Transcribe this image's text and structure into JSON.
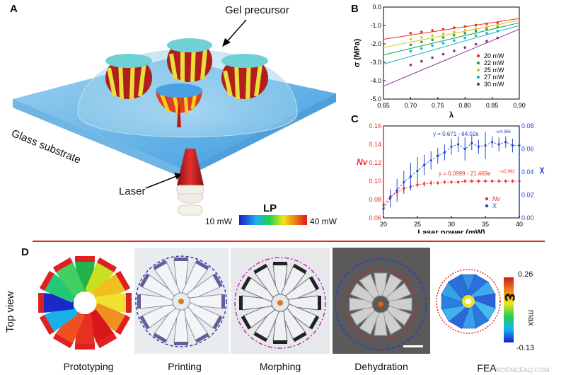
{
  "panel_a": {
    "letter": "A",
    "gel_label": "Gel precursor",
    "substrate_label": "Glass substrate",
    "laser_label": "Laser",
    "lp_title": "LP",
    "lp_min": "10 mW",
    "lp_max": "40 mW"
  },
  "panel_b": {
    "letter": "B"
  },
  "panel_c": {
    "letter": "C"
  },
  "panel_d": {
    "letter": "D",
    "top_view": "Top view",
    "captions": [
      "Prototyping",
      "Printing",
      "Morphing",
      "Dehydration",
      "FEA"
    ],
    "fea_max": "0.26",
    "fea_min": "-0.13",
    "fea_symbol": "ε",
    "fea_sub": "max",
    "watermark": "SCIENCEAQ.COM"
  },
  "colors": {
    "divider": "#d92a20",
    "nv": "#e8302a",
    "chi": "#2346c8"
  },
  "chart_data": [
    {
      "type": "scatter",
      "panel": "B",
      "xlabel": "λ",
      "ylabel": "σ (MPa)",
      "xlim": [
        0.65,
        0.9
      ],
      "ylim": [
        -5.0,
        0.0
      ],
      "xticks": [
        "0.65",
        "0.70",
        "0.75",
        "0.80",
        "0.85",
        "0.90"
      ],
      "yticks": [
        "-5.0",
        "-4.0",
        "-3.0",
        "-2.0",
        "-1.0",
        "0.0"
      ],
      "legend_position": "bottom-right",
      "series": [
        {
          "name": "20 mW",
          "color": "#e8302a",
          "x": [
            0.7,
            0.72,
            0.74,
            0.76,
            0.78,
            0.8,
            0.82,
            0.84,
            0.86
          ],
          "y": [
            -1.42,
            -1.35,
            -1.27,
            -1.2,
            -1.12,
            -1.05,
            -0.98,
            -0.91,
            -0.85
          ],
          "fit_start": [
            0.65,
            -1.75
          ],
          "fit_end": [
            0.9,
            -0.62
          ]
        },
        {
          "name": "22 mW",
          "color": "#18a558",
          "x": [
            0.7,
            0.72,
            0.74,
            0.76,
            0.78,
            0.8,
            0.82,
            0.84,
            0.86
          ],
          "y": [
            -2.05,
            -1.9,
            -1.78,
            -1.65,
            -1.53,
            -1.42,
            -1.3,
            -1.18,
            -1.07
          ],
          "fit_start": [
            0.65,
            -2.6
          ],
          "fit_end": [
            0.9,
            -0.85
          ]
        },
        {
          "name": "25 mW",
          "color": "#e0c21a",
          "x": [
            0.7,
            0.72,
            0.74,
            0.76,
            0.78,
            0.8,
            0.82,
            0.84,
            0.86
          ],
          "y": [
            -1.75,
            -1.65,
            -1.55,
            -1.45,
            -1.35,
            -1.26,
            -1.17,
            -1.08,
            -1.0
          ],
          "fit_start": [
            0.65,
            -2.2
          ],
          "fit_end": [
            0.9,
            -0.72
          ]
        },
        {
          "name": "27 mW",
          "color": "#19b6c4",
          "x": [
            0.7,
            0.72,
            0.74,
            0.76,
            0.78,
            0.8,
            0.82,
            0.84,
            0.86
          ],
          "y": [
            -2.4,
            -2.25,
            -2.1,
            -1.96,
            -1.82,
            -1.68,
            -1.55,
            -1.42,
            -1.3
          ],
          "fit_start": [
            0.65,
            -3.1
          ],
          "fit_end": [
            0.9,
            -1.0
          ]
        },
        {
          "name": "30 mW",
          "color": "#8e2a8c",
          "x": [
            0.7,
            0.72,
            0.74,
            0.76,
            0.78,
            0.8,
            0.82,
            0.84,
            0.86
          ],
          "y": [
            -3.15,
            -2.95,
            -2.75,
            -2.56,
            -2.38,
            -2.2,
            -2.02,
            -1.85,
            -1.68
          ],
          "fit_start": [
            0.65,
            -4.3
          ],
          "fit_end": [
            0.9,
            -1.2
          ]
        }
      ]
    },
    {
      "type": "scatter",
      "panel": "C",
      "xlabel": "Laser power (mW)",
      "ylabel_left": "Nv",
      "ylabel_right": "χ",
      "xlim": [
        20,
        40
      ],
      "ylim_left": [
        0.06,
        0.16
      ],
      "ylim_right": [
        0.0,
        0.08
      ],
      "xticks": [
        "20",
        "25",
        "30",
        "35",
        "40"
      ],
      "yticks_left": [
        "0.06",
        "0.08",
        "0.10",
        "0.12",
        "0.14",
        "0.16"
      ],
      "yticks_right": [
        "0.00",
        "0.02",
        "0.04",
        "0.06",
        "0.08"
      ],
      "legend_position": "bottom-right",
      "annotations": [
        "y = 0.671 - 64.02e",
        "-x/4.366",
        "y = 0.0999 - 21.469e",
        "-x/2.982"
      ],
      "series": [
        {
          "name": "Nv",
          "axis": "left",
          "color": "#e8302a",
          "x": [
            20,
            21,
            22,
            23,
            24,
            25,
            26,
            27,
            28,
            29,
            30,
            31,
            32,
            33,
            34,
            35,
            36,
            37,
            38,
            39,
            40
          ],
          "y": [
            0.074,
            0.083,
            0.088,
            0.092,
            0.094,
            0.096,
            0.097,
            0.098,
            0.098,
            0.099,
            0.099,
            0.099,
            0.1,
            0.1,
            0.1,
            0.1,
            0.1,
            0.1,
            0.1,
            0.1,
            0.1
          ],
          "err": [
            0.006,
            0.006,
            0.005,
            0.004,
            0.004,
            0.003,
            0.003,
            0.003,
            0.002,
            0.002,
            0.002,
            0.002,
            0.002,
            0.002,
            0.002,
            0.002,
            0.002,
            0.002,
            0.002,
            0.002,
            0.002
          ]
        },
        {
          "name": "X",
          "axis": "right",
          "color": "#2346c8",
          "x": [
            20,
            21,
            22,
            23,
            24,
            25,
            26,
            27,
            28,
            29,
            30,
            31,
            32,
            33,
            34,
            35,
            36,
            37,
            38,
            39,
            40
          ],
          "y": [
            0.008,
            0.017,
            0.024,
            0.031,
            0.036,
            0.041,
            0.046,
            0.05,
            0.054,
            0.057,
            0.062,
            0.064,
            0.06,
            0.065,
            0.062,
            0.063,
            0.066,
            0.064,
            0.066,
            0.063,
            0.063
          ],
          "err": [
            0.005,
            0.008,
            0.01,
            0.01,
            0.012,
            0.012,
            0.009,
            0.008,
            0.007,
            0.007,
            0.007,
            0.007,
            0.01,
            0.006,
            0.006,
            0.012,
            0.005,
            0.006,
            0.005,
            0.006,
            0.005
          ]
        }
      ]
    }
  ]
}
